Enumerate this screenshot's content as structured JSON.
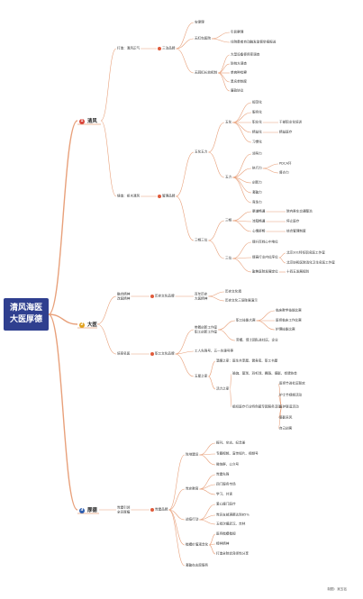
{
  "root": {
    "line1": "清风海医",
    "line2": "大医厚德"
  },
  "credit": "制图：吴玉钻",
  "nodes": {
    "qingfeng": "清风",
    "dayi": "大医",
    "houde": "厚德",
    "q_a": "打造：清风正气",
    "q_a_brand": "三治品牌",
    "q_a1": "安律理",
    "q_a2": "无红包医院",
    "q_a2a": "引民察理",
    "q_a2b": "住院患者自动触发监督举报报送",
    "q_a3": "无回扣长效机制",
    "q_a3a": "大型设备使用率调查",
    "q_a3b": "防统方调查",
    "q_a3c": "单病种检察",
    "q_a3d": "黑名单制度",
    "q_a3e": "廉政协议",
    "q_b": "铸造：拒木清风",
    "q_b_brand": "管理品牌",
    "q_b1": "五化五力",
    "q_b1a": "五化",
    "q_b1a1": "规范化",
    "q_b1a2": "服务化",
    "q_b1a3": "职业化",
    "q_b1a3x": "干部职业化培训",
    "q_b1a4": "精益化",
    "q_b1a4x": "精益医疗",
    "q_b1a5": "习惯化",
    "q_b1b": "五力",
    "q_b1b1": "领导力",
    "q_b1b2": "执行力",
    "q_b1b2x": "PDCA环",
    "q_b1b2y": "督办力",
    "q_b1b3": "创新力",
    "q_b1b4": "凝聚力",
    "q_b1b5": "竞争力",
    "q_b2": "三畅三位",
    "q_b2a": "三畅",
    "q_b2a1": "渠道畅通",
    "q_b2a1x": "院内乘车交通整治",
    "q_b2a2": "流程畅通",
    "q_b2a2x": "停止医疗",
    "q_b2a3": "心情舒畅",
    "q_b2a3x": "综合管理制度",
    "q_b2b": "三位",
    "q_b2b1": "提升百姓心中地位",
    "q_b2b2": "提高行业内位序位",
    "q_b2b2x": "北京301特任职名医工作室",
    "q_b2b2y": "北京协和医院消化卫生名医工作室",
    "q_b2b3": "聚焦医院发展定位",
    "q_b2b3x": "十四五发展规划",
    "d_a": "融合精神\n改医精神",
    "d_a_brand": "历史文化品牌",
    "d_a1": "百年历史\n大医精神",
    "d_a1a": "历史文化墙",
    "d_a1b": "历史文化三层陈展演示",
    "d_b": "培育名医",
    "d_b_brand": "职工文化品牌",
    "d_b1": "带着创新工作室\n职工创新工作室",
    "d_b1a": "职工技能大赛",
    "d_b1a1": "临床教学技能比赛",
    "d_b1a2": "医师临床工作比赛",
    "d_b1a3": "护理技能比赛",
    "d_b1b": "劳模、博士团队进社区、企业",
    "d_b2": "工人先锋号、五一先锋号等",
    "d_b3": "五星之家",
    "d_b3a": "温暖之家：医生共享屋、健身房、职工书屋",
    "d_b3b": "活力之家",
    "d_b3b1": "瑜伽、篮球、羽毛球、舞蹈、摄影、街健协会",
    "d_b3b2": "组织医疗行业特色毓专团服务活动",
    "d_b3b2a": "医师节进社区联欢",
    "d_b3b2b": "护士节视频活动",
    "d_b3b2c": "医护联谊活动",
    "d_b3b2d": "摄影采风",
    "d_b3b2e": "自己创客",
    "h_a": "党建引领\n全员厚植",
    "h_a_brand": "党建品牌",
    "h_a1": "阵地建设",
    "h_a1a": "报刊、杂志、纪念册",
    "h_a1b": "专题视频、宣传短片、视频号",
    "h_a1c": "微信群、公众号",
    "h_a2": "党史教育",
    "h_a2a": "党建先锋",
    "h_a2b": "四门服务市场",
    "h_a2c": "学习、共读",
    "h_a3": "战疫行动",
    "h_a3a": "爱心援门医疗",
    "h_a3b": "党员支部满覆达到85%",
    "h_a3c": "五批次援武汉、吉林",
    "h_a4": "楷模价值观念化",
    "h_a4a": "医务楷模楷规",
    "h_a4b": "榜样精神",
    "h_a4c": "打造全院优良师性分享",
    "h_a5": "凝聚在志愿服务"
  },
  "colors": {
    "root_bg": "#2f3f8f",
    "line": "#e8a07a",
    "dot": "#e05a3a",
    "qingfeng": "#d9463c",
    "dayi": "#e0a21e",
    "houde": "#2f5fb0"
  }
}
